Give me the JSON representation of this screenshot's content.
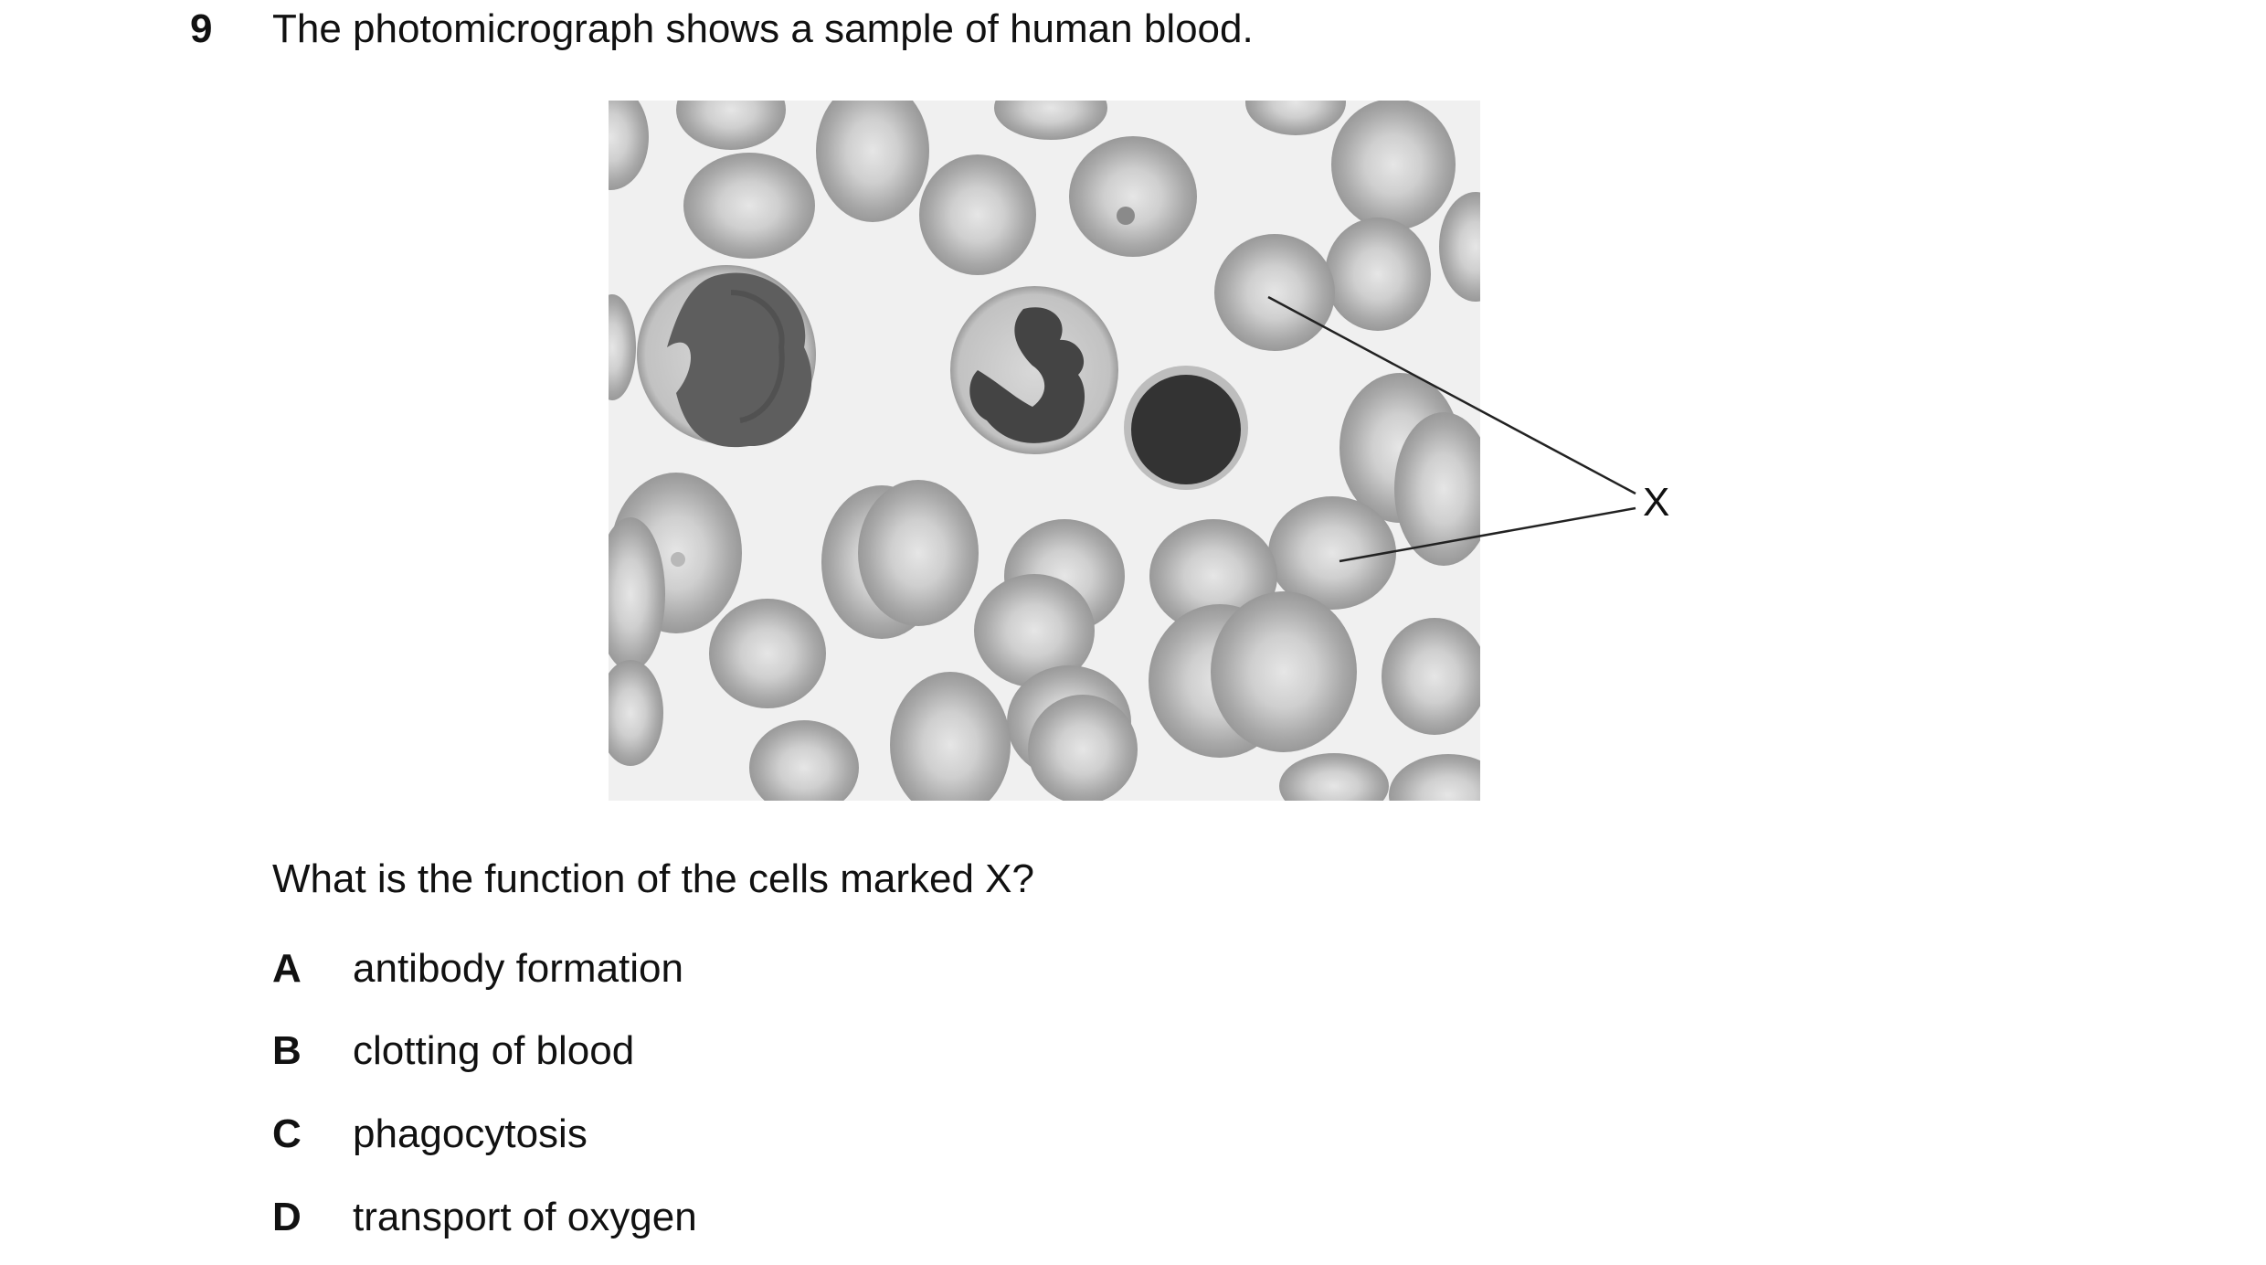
{
  "question": {
    "number": "9",
    "stem": "The photomicrograph shows a sample of human blood.",
    "prompt": "What is the function of the cells marked X?"
  },
  "figure": {
    "label": "X"
  },
  "options": [
    {
      "letter": "A",
      "text": "antibody formation"
    },
    {
      "letter": "B",
      "text": "clotting of blood"
    },
    {
      "letter": "C",
      "text": "phagocytosis"
    },
    {
      "letter": "D",
      "text": "transport of oxygen"
    }
  ]
}
